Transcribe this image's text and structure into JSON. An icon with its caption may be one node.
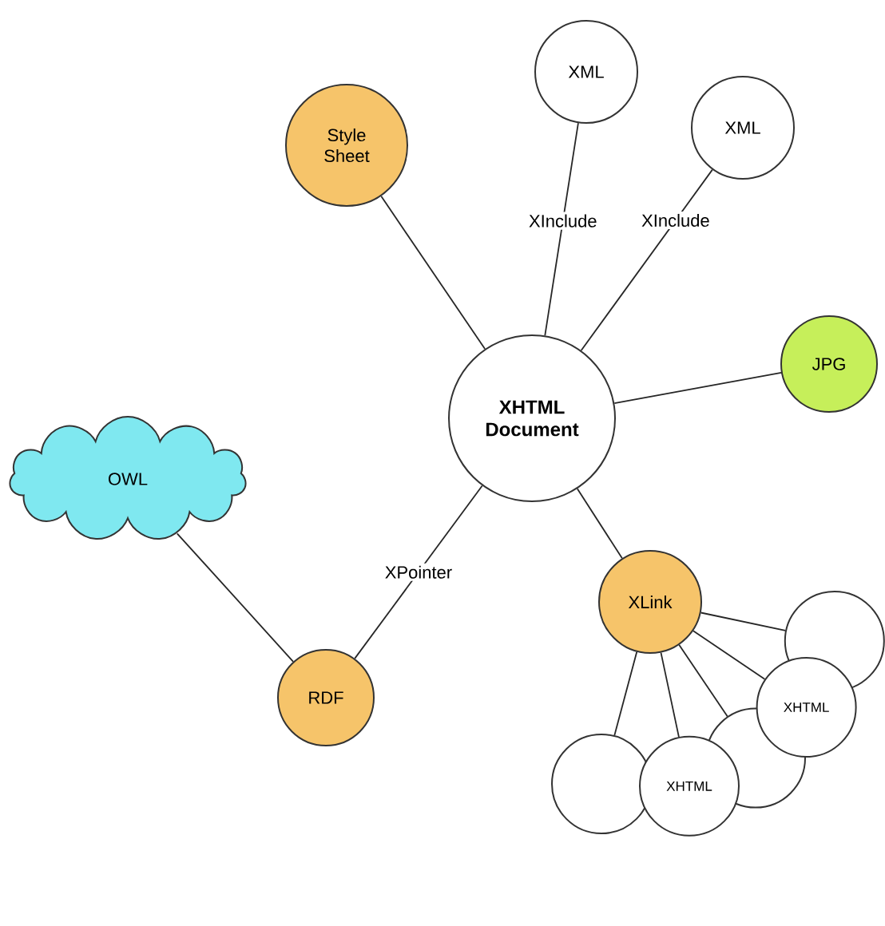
{
  "diagram": {
    "nodes": [
      {
        "text": [
          "XHTML Document"
        ]
      },
      {
        "text": [
          "Style Sheet"
        ]
      },
      {
        "text": [
          "XML"
        ]
      },
      {
        "text": [
          "XML"
        ]
      },
      {
        "text": [
          "JPG"
        ]
      },
      {
        "text": [
          "OWL"
        ]
      },
      {
        "text": [
          "RDF"
        ]
      },
      {
        "text": [
          "XLink"
        ]
      },
      {
        "text": [],
        "shape": "circle"
      },
      {
        "text": [],
        "shape": "circle"
      },
      {
        "text": [],
        "shape": "circle"
      },
      {
        "text": [
          "XHTML"
        ]
      },
      {
        "text": [
          "XHTML"
        ]
      }
    ],
    "edges": [
      {
        "from": 0,
        "to": 1,
        "arrow": "none"
      },
      {
        "from": 0,
        "to": 2,
        "arrow": "none",
        "label": "XInclude"
      },
      {
        "from": 0,
        "to": 3,
        "arrow": "none",
        "label": "XInclude"
      },
      {
        "from": 0,
        "to": 4,
        "arrow": "none"
      },
      {
        "from": 0,
        "to": 6,
        "arrow": "none",
        "label": "XPointer"
      },
      {
        "from": 6,
        "to": 5,
        "arrow": "none"
      },
      {
        "from": 0,
        "to": 7,
        "arrow": "none"
      },
      {
        "from": 7,
        "to": 8,
        "arrow": "none"
      },
      {
        "from": 7,
        "to": 9,
        "arrow": "none"
      },
      {
        "from": 7,
        "to": 10,
        "arrow": "none"
      },
      {
        "from": 7,
        "to": 11,
        "arrow": "none"
      },
      {
        "from": 7,
        "to": 12,
        "arrow": "none"
      }
    ]
  }
}
